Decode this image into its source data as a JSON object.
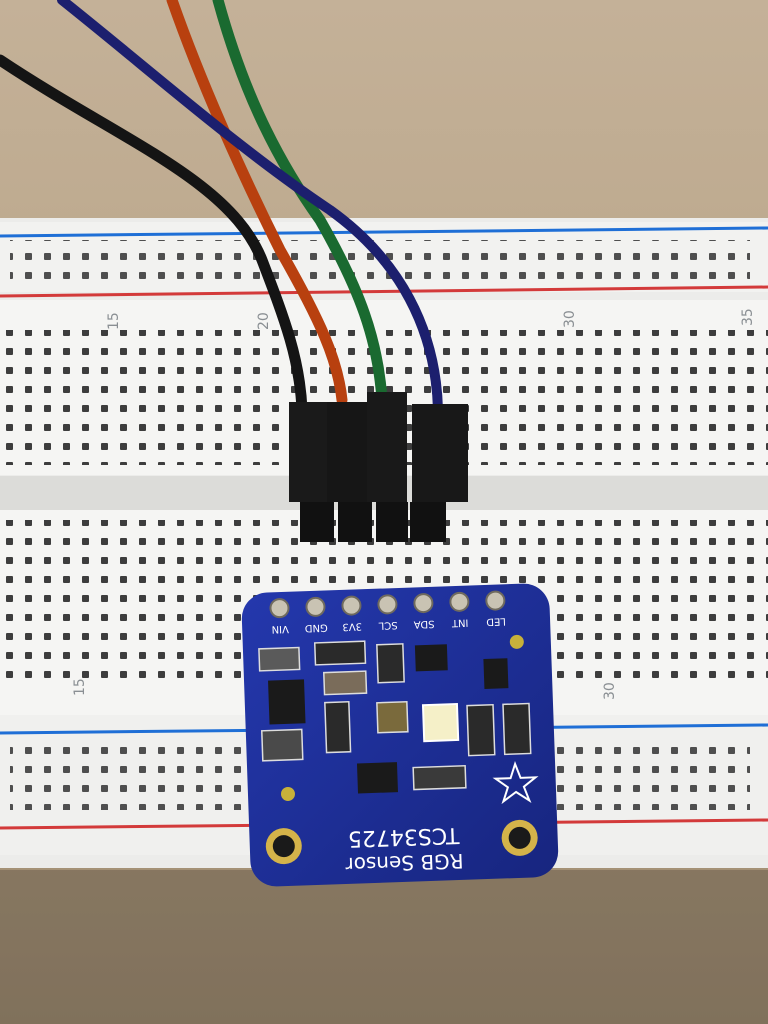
{
  "breadboard": {
    "top_row_numbers": [
      "15",
      "20",
      "30",
      "35"
    ],
    "bottom_row_numbers": [
      "15",
      "30"
    ],
    "colors": {
      "body": "#ececea",
      "hole": "#3a3a3a",
      "rail_blue": "#1f6fd6",
      "rail_red": "#d33a3a"
    }
  },
  "wires": [
    {
      "name": "black-wire",
      "color": "#141414"
    },
    {
      "name": "orange-wire",
      "color": "#b8400f"
    },
    {
      "name": "green-wire",
      "color": "#1a6a30"
    },
    {
      "name": "blue-wire",
      "color": "#1c1f6e"
    }
  ],
  "sensor_board": {
    "color": "#1d2f9a",
    "pin_labels": [
      "VIN",
      "GND",
      "3V3",
      "SCL",
      "SDA",
      "INT",
      "LED"
    ],
    "title": "TCS34725",
    "subtitle": "RGB Sensor",
    "icon": "adafruit-star-logo"
  }
}
